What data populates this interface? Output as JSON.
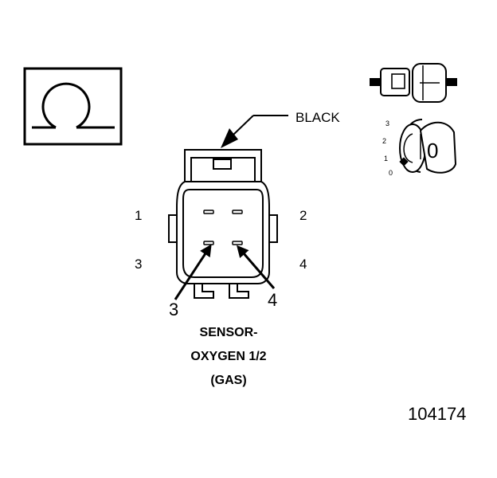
{
  "wire_color_label": "BLACK",
  "pin_labels": {
    "pin1": "1",
    "pin2": "2",
    "pin3": "3",
    "pin4": "4",
    "arrow3": "3",
    "arrow4": "4"
  },
  "title_lines": [
    "SENSOR-",
    "OXYGEN 1/2",
    "(GAS)"
  ],
  "figure_number": "104174",
  "key_view": {
    "positions": [
      "3",
      "2",
      "1",
      "0"
    ],
    "key_label": "0"
  },
  "icons": {
    "symbol": "omega-ohm-icon",
    "connector_mating": "connector-mating-icon",
    "ignition_key": "ignition-key-icon"
  }
}
